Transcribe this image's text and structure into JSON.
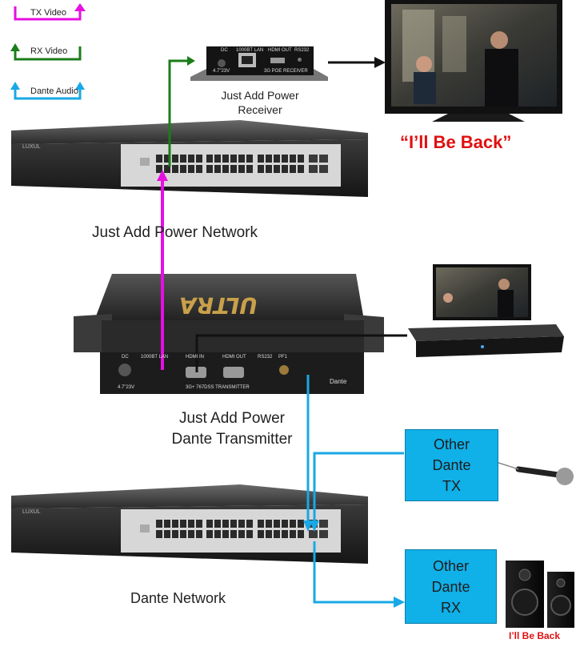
{
  "legend": {
    "tx_video": "TX Video",
    "rx_video": "RX Video",
    "dante_audio": "Dante Audio"
  },
  "colors": {
    "tx_video": "#e60fe0",
    "rx_video": "#1a7d1a",
    "dante_audio": "#18a8e6",
    "dante_box": "#10b0e8",
    "quote_red": "#e01010"
  },
  "receiver": {
    "caption_line1": "Just Add Power",
    "caption_line2": "Receiver",
    "port_labels": [
      "DC",
      "1000BT LAN",
      "HDMI OUT",
      "RS232"
    ],
    "small_text_1": "4.7\"23V",
    "small_text_2": "3G POE RECEIVER"
  },
  "tv_quote": "“I’ll Be Back”",
  "jap_network_label": "Just Add Power Network",
  "transmitter": {
    "caption_line1": "Just Add Power",
    "caption_line2": "Dante Transmitter",
    "port_labels": [
      "DC",
      "1000BT LAN",
      "HDMI IN",
      "HDMI OUT",
      "RS232",
      "PF1"
    ],
    "small_text_1": "4.7\"23V",
    "small_text_2": "3G+ 767DSS TRANSMITTER",
    "logo": "ULTRA",
    "dante_mark": "Dante"
  },
  "other_tx": {
    "line1": "Other",
    "line2": "Dante",
    "line3": "TX"
  },
  "other_rx": {
    "line1": "Other",
    "line2": "Dante",
    "line3": "RX"
  },
  "dante_network_label": "Dante Network",
  "speaker_quote": "I’ll Be Back",
  "switch_brand": "LUXUL"
}
